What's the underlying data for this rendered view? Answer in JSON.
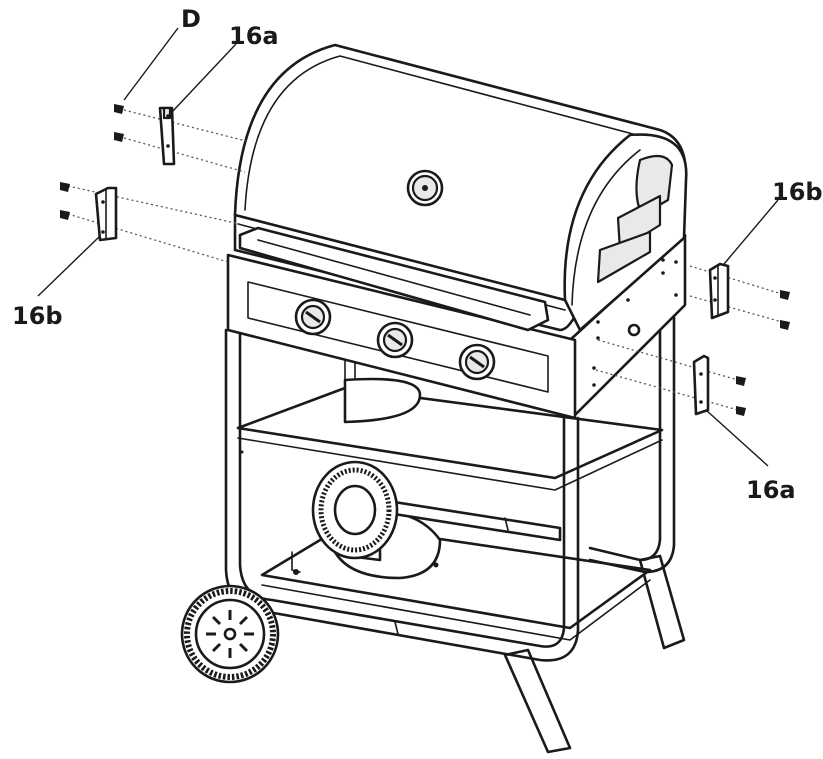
{
  "labels": {
    "screw_top": "D",
    "bracket_top_left": "16a",
    "bracket_left": "16b",
    "bracket_right_top": "16b",
    "bracket_right_bottom": "16a"
  },
  "icons": {
    "screw": "screw-icon",
    "bracket": "bracket-icon",
    "knob": "control-knob-icon",
    "thermometer": "thermometer-icon",
    "wheel": "wheel-icon"
  },
  "colors": {
    "line": "#1a1a1a",
    "background": "#ffffff"
  }
}
